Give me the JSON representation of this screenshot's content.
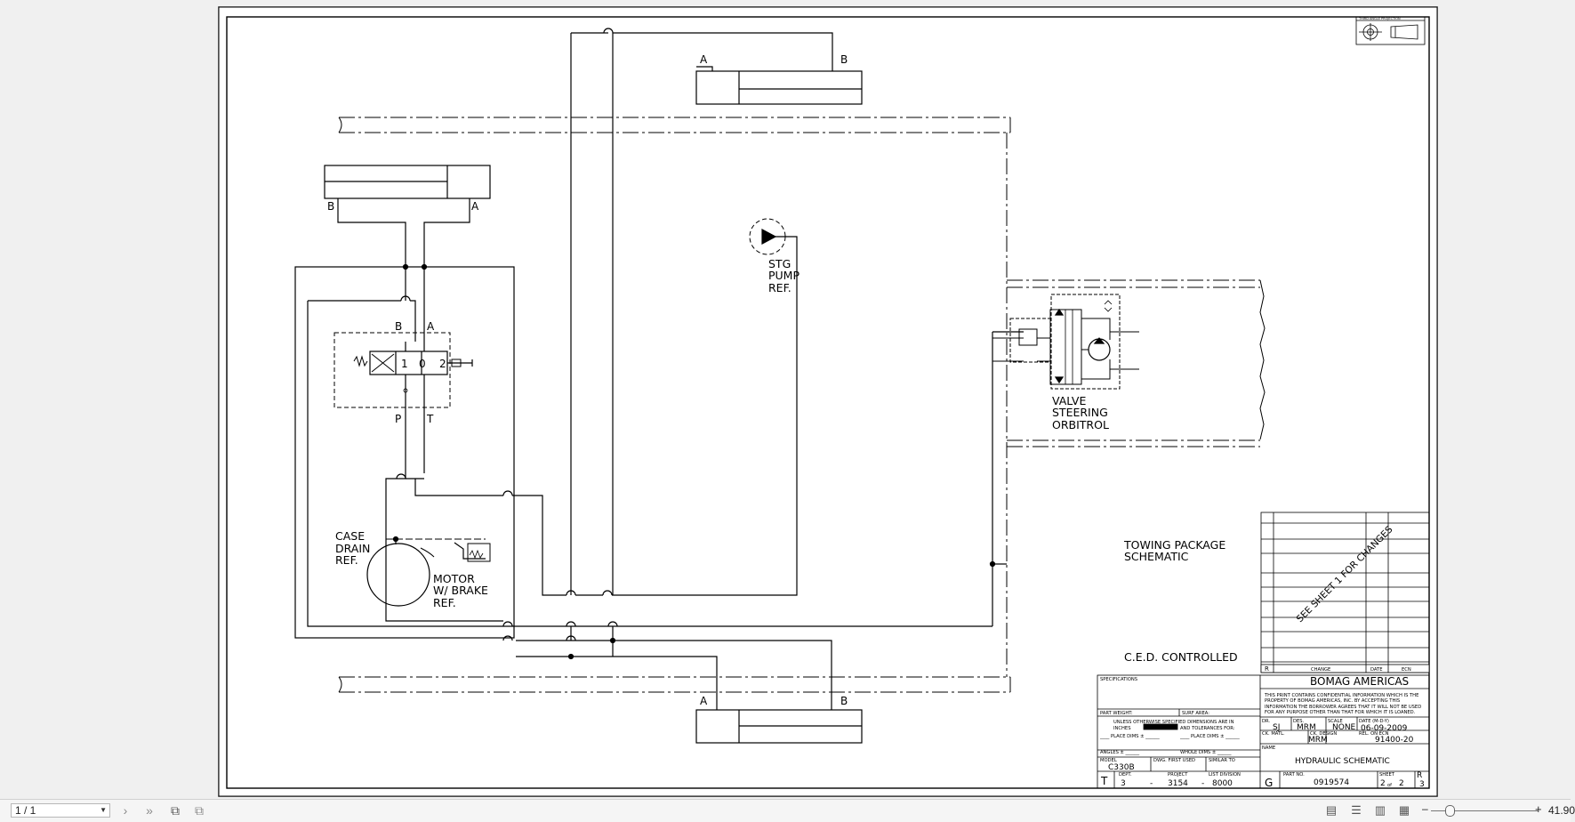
{
  "drawing": {
    "labels": {
      "port_a": "A",
      "port_b": "B",
      "port_p": "P",
      "port_t": "T",
      "spool_1": "1",
      "spool_0": "0",
      "spool_2": "2",
      "stg_pump": [
        "STG",
        "PUMP",
        "REF."
      ],
      "valve_steering": [
        "VALVE",
        "STEERING",
        "ORBITROL"
      ],
      "case_drain": [
        "CASE",
        "DRAIN",
        "REF."
      ],
      "motor_brake": [
        "MOTOR",
        "W/ BRAKE",
        "REF."
      ],
      "towing": [
        "TOWING PACKAGE",
        "SCHEMATIC"
      ],
      "ced": "C.E.D. CONTROLLED",
      "see_sheet": "SEE SHEET 1 FOR CHANGES"
    },
    "revision_table": {
      "headers": [
        "R",
        "CHANGE",
        "DATE",
        "ECN"
      ]
    },
    "title_block": {
      "company": "BOMAG  AMERICAS",
      "confidential": [
        "THIS PRINT CONTAINS CONFIDENTIAL INFORMATION WHICH IS THE",
        "PROPERTY OF BOMAG AMERICAS, INC. BY ACCEPTING THIS",
        "INFORMATION THE BORROWER AGREES THAT IT WILL NOT BE USED",
        "FOR ANY PURPOSE OTHER THAN THAT FOR WHICH IT IS LOANED."
      ],
      "specifications": "SPECIFICATIONS",
      "part_weight": "PART WEIGHT:",
      "surf_area": "SURF AREA:",
      "unless_1": "UNLESS OTHERWISE SPECIFIED DIMENSIONS ARE IN",
      "inches": "INCHES",
      "tolerances": "AND TOLERANCES FOR:",
      "place_dims_1": "____ PLACE DIMS ± ______",
      "place_dims_2": "____ PLACE DIMS ± ______",
      "angles": "ANGLES ± ______",
      "whole_dims": "WHOLE DIMS ± ______",
      "dr_label": "DR.",
      "dr_value": "SJ",
      "des_label": "DES.",
      "des_value": "MRM",
      "scale_label": "SCALE",
      "scale_value": "NONE",
      "date_label": "DATE (M-D-Y)",
      "date_value": "06-09-2009",
      "ck_matl": "CK. MATL.",
      "ck_design_label": "CK. DESIGN",
      "ck_design_value": "MRM",
      "rel_on_ecn_label": "REL. ON ECN",
      "rel_on_ecn_value": "91400-20",
      "name_label": "NAME",
      "name_value": "HYDRAULIC  SCHEMATIC",
      "model_label": "MODEL",
      "model_value": "C330B",
      "dwg_first_used": "DWG. FIRST USED",
      "similar_to": "SIMILAR TO",
      "dept_label": "DEPT.",
      "dept_value": "3",
      "t_letter": "T",
      "project_label": "PROJECT",
      "project_value": "3154",
      "list_division_label": "LIST DIVISION",
      "list_division_value": "8000",
      "dash_1": "-",
      "dash_2": "-",
      "g_letter": "G",
      "part_no_label": "PART NO.",
      "part_no_value": "0919574",
      "sheet_label": "SHEET",
      "sheet_value": "2",
      "sheet_of": "of",
      "sheet_total": "2",
      "rev_label": "R",
      "rev_value": "3",
      "projection_label": "THIRD ANGLE PROJECTION"
    }
  },
  "statusbar": {
    "page_indicator": "1 / 1",
    "zoom_level": "41.90",
    "zoom_plus": "+",
    "zoom_minus": "–",
    "icons": {
      "next": "chevron-right-icon",
      "last": "double-chevron-right-icon",
      "copy": "copy-icon",
      "paste": "clipboard-icon",
      "single_page": "single-page-icon",
      "continuous": "continuous-page-icon",
      "two_page": "two-page-icon",
      "two_page_continuous": "two-page-continuous-icon"
    }
  }
}
